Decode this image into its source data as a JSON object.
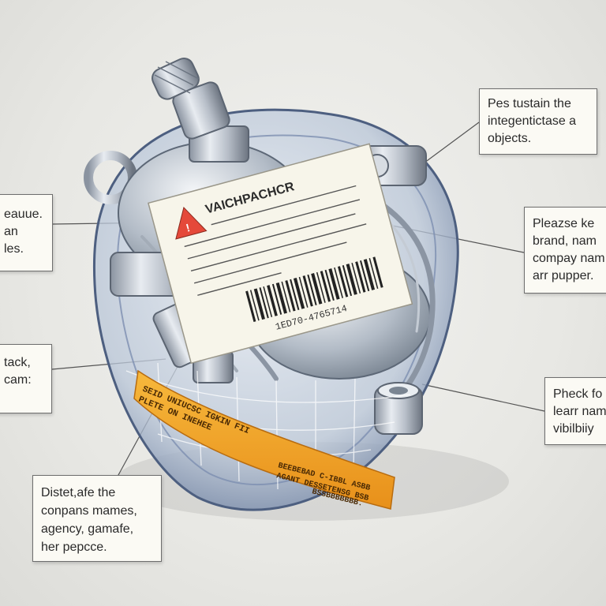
{
  "callouts": {
    "top_right": {
      "lines": [
        "Pes tustain the",
        "integentictase a",
        "objects."
      ]
    },
    "left_1": {
      "lines": [
        "eauue.",
        "an",
        "les."
      ]
    },
    "left_2": {
      "lines": [
        "tack,",
        "cam:"
      ]
    },
    "right_2": {
      "lines": [
        "Pleazse ke",
        "brand, nam",
        "compay nam",
        "arr pupper."
      ]
    },
    "right_3": {
      "lines": [
        "Pheck fo",
        "learr nam",
        "vibilbiiy"
      ]
    },
    "bottom_left": {
      "lines": [
        "Distet,afe the",
        "conpans mames,",
        "agency, gamafe,",
        "her pepcce."
      ]
    }
  },
  "device_label": {
    "title": "VAICHPACHCR",
    "serial": "1ED70-4765714"
  },
  "band_text": {
    "left_lines": [
      "SEID UNIUCSC IGKIN FII",
      "PLETE ON INEHEE"
    ],
    "right_lines": [
      "BEEBEBAD C-IBBL ASBB",
      "AGANT DESSETENSG BSB",
      "BSSBBBBBBB."
    ]
  },
  "colors": {
    "warning": "#e5493a",
    "band": "#f4a322",
    "label": "#f7f5ea"
  }
}
